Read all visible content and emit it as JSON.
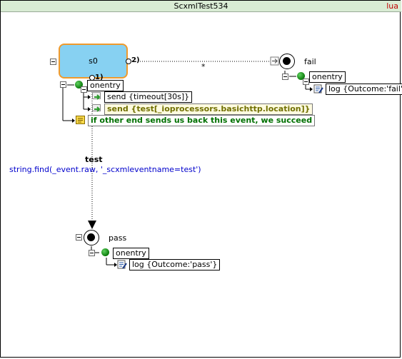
{
  "window": {
    "title": "ScxmlTest534",
    "language_tag": "lua"
  },
  "states": {
    "s0": {
      "name": "s0",
      "initial_marker": "1)",
      "transition_marker": "2)",
      "onentry_label": "onentry",
      "actions": [
        {
          "kind": "send",
          "text": "send {timeout[30s]}"
        },
        {
          "kind": "send",
          "text": "send {test[_ioprocessors.basichttp.location]}"
        },
        {
          "kind": "comment",
          "text": "if other end sends us back this event, we succeed"
        }
      ]
    },
    "fail": {
      "name": "fail",
      "onentry_label": "onentry",
      "actions": [
        {
          "kind": "log",
          "text": "log {Outcome:'fail'}"
        }
      ]
    },
    "pass": {
      "name": "pass",
      "onentry_label": "onentry",
      "actions": [
        {
          "kind": "log",
          "text": "log {Outcome:'pass'}"
        }
      ]
    }
  },
  "transitions": {
    "to_fail": {
      "event": "*"
    },
    "to_pass": {
      "event": "test",
      "condition": "string.find(_event.raw, '_scxmleventname=test')"
    }
  },
  "colors": {
    "title_bar": "#d9ecd4",
    "state_fill": "#87d1f2",
    "state_border": "#f09a2c",
    "condition_text": "#0000cc",
    "comment_text": "#007000",
    "language_tag": "#c00000"
  }
}
